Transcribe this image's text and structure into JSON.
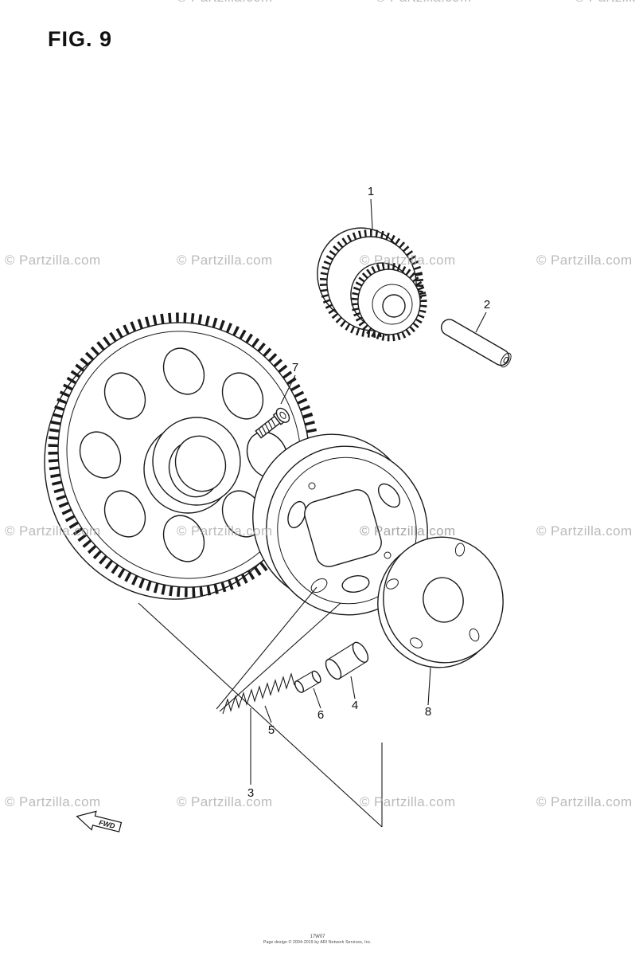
{
  "figure": {
    "title": "FIG. 9"
  },
  "watermark": {
    "text": "© Partzilla.com"
  },
  "callouts": [
    "1",
    "2",
    "3",
    "4",
    "5",
    "6",
    "7",
    "8"
  ],
  "fwd": {
    "label": "FWD"
  },
  "footer": {
    "code": "17W07",
    "line": "Page design © 2004-2019 by ARI Network Services, Inc."
  },
  "colors": {
    "line": "#1a1a1a",
    "watermark": "#a9a9a9",
    "background": "#ffffff"
  }
}
